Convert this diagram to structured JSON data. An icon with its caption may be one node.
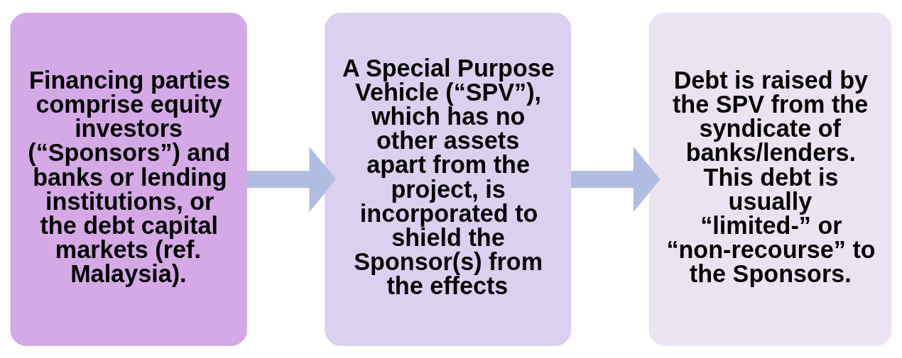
{
  "diagram": {
    "nodes": [
      {
        "text": [
          "Financing parties comprise equity investors (“Sponsors”) and banks or lending institutions, or the debt capital markets (ref. Malaysia)."
        ]
      },
      {
        "text": [
          "A Special Purpose Vehicle (“SPV”), which has no other assets apart from the project, is incorporated to shield the Sponsor(s) from the effects"
        ]
      },
      {
        "text": [
          "Debt is raised by the SPV from the syndicate of banks/lenders. This debt is usually “limited-” or “non-recourse” to the Sponsors."
        ]
      }
    ],
    "edges": [
      {
        "from": 0,
        "to": 1,
        "arrow": "to"
      },
      {
        "from": 1,
        "to": 2,
        "arrow": "to"
      }
    ]
  }
}
